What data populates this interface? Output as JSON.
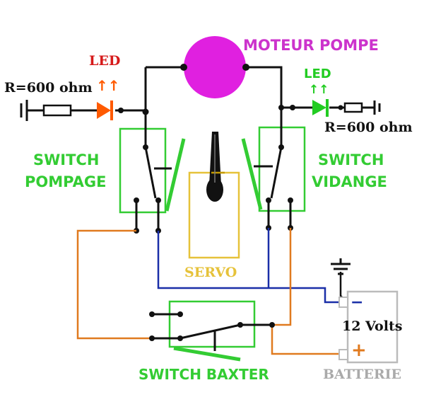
{
  "labels": {
    "motor": "MOTEUR POMPE",
    "led_left": "LED",
    "led_right": "LED",
    "resistor_left": "R=600 ohm",
    "resistor_right": "R=600 ohm",
    "switch_pompage_line1": "SWITCH",
    "switch_pompage_line2": "POMPAGE",
    "switch_vidange_line1": "SWITCH",
    "switch_vidange_line2": "VIDANGE",
    "servo": "SERVO",
    "voltage": "12 Volts",
    "battery": "BATTERIE",
    "switch_baxter": "SWITCH BAXTER",
    "battery_minus": "−",
    "battery_plus": "+",
    "led_left_arrows": "↑↑",
    "led_right_arrows": "↑↑"
  },
  "colors": {
    "wire": "#111111",
    "wire_blue": "#1a2fa8",
    "wire_orange": "#e07a1f",
    "switch_green": "#33cc33",
    "motor": "#e020e0",
    "motor_text": "#cc33cc",
    "led_orange": "#ff5a00",
    "led_green": "#22cc22",
    "label_red": "#d61a1a",
    "servo_box": "#e6c23a",
    "battery_box": "#bbbbbb",
    "battery_text": "#aaaaaa",
    "resistor_text": "#111111"
  },
  "icons": {
    "motor": "circle-motor-icon",
    "led_left": "led-diode-icon",
    "led_right": "led-diode-icon",
    "ground_left": "ground-icon",
    "ground_right": "ground-icon",
    "ground_battery": "ground-icon",
    "servo_arm": "servo-arm-icon"
  }
}
